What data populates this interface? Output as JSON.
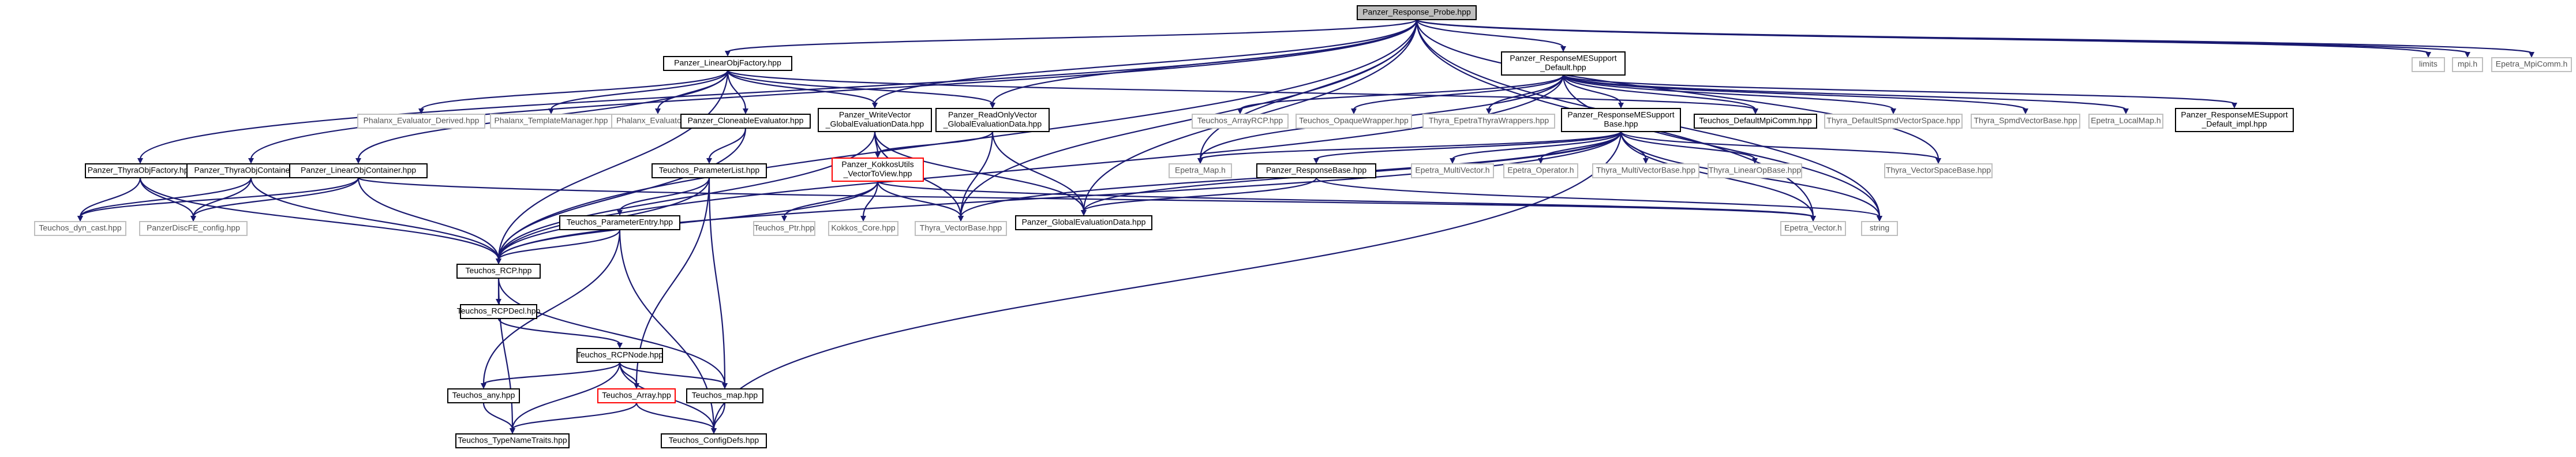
{
  "diagram": {
    "nodes": [
      {
        "id": "root",
        "lines": [
          "Panzer_Response_Probe.hpp"
        ],
        "style": "root"
      },
      {
        "id": "limits",
        "lines": [
          "limits"
        ],
        "style": "ext"
      },
      {
        "id": "mpih",
        "lines": [
          "mpi.h"
        ],
        "style": "ext"
      },
      {
        "id": "epetra_mpicomm",
        "lines": [
          "Epetra_MpiComm.h"
        ],
        "style": "ext"
      },
      {
        "id": "lof",
        "lines": [
          "Panzer_LinearObjFactory.hpp"
        ],
        "style": "normal"
      },
      {
        "id": "rme",
        "lines": [
          "Panzer_ResponseMESupport",
          "_Default.hpp"
        ],
        "style": "normal"
      },
      {
        "id": "thyra_objfactory",
        "lines": [
          "Panzer_ThyraObjFactory.hpp"
        ],
        "style": "normal"
      },
      {
        "id": "thyra_objcontainer",
        "lines": [
          "Panzer_ThyraObjContainer.hpp"
        ],
        "style": "normal"
      },
      {
        "id": "loc",
        "lines": [
          "Panzer_LinearObjContainer.hpp"
        ],
        "style": "normal"
      },
      {
        "id": "phalanx_evalderived",
        "lines": [
          "Phalanx_Evaluator_Derived.hpp"
        ],
        "style": "ext"
      },
      {
        "id": "phalanx_tm",
        "lines": [
          "Phalanx_TemplateManager.hpp"
        ],
        "style": "ext"
      },
      {
        "id": "phalanx_eval",
        "lines": [
          "Phalanx_Evaluator.hpp"
        ],
        "style": "ext"
      },
      {
        "id": "cloneable",
        "lines": [
          "Panzer_CloneableEvaluator.hpp"
        ],
        "style": "normal"
      },
      {
        "id": "writevec",
        "lines": [
          "Panzer_WriteVector",
          "_GlobalEvaluationData.hpp"
        ],
        "style": "normal"
      },
      {
        "id": "readonly",
        "lines": [
          "Panzer_ReadOnlyVector",
          "_GlobalEvaluationData.hpp"
        ],
        "style": "normal"
      },
      {
        "id": "teuchos_arrayrcp",
        "lines": [
          "Teuchos_ArrayRCP.hpp"
        ],
        "style": "ext"
      },
      {
        "id": "teuchos_opaque",
        "lines": [
          "Teuchos_OpaqueWrapper.hpp"
        ],
        "style": "ext"
      },
      {
        "id": "thyra_epetrawrap",
        "lines": [
          "Thyra_EpetraThyraWrappers.hpp"
        ],
        "style": "ext"
      },
      {
        "id": "rme_base",
        "lines": [
          "Panzer_ResponseMESupport",
          "Base.hpp"
        ],
        "style": "normal"
      },
      {
        "id": "teuchos_defaultmpicomm",
        "lines": [
          "Teuchos_DefaultMpiComm.hpp"
        ],
        "style": "normal"
      },
      {
        "id": "thyra_defspmd",
        "lines": [
          "Thyra_DefaultSpmdVectorSpace.hpp"
        ],
        "style": "ext"
      },
      {
        "id": "thyra_spmdvecbase",
        "lines": [
          "Thyra_SpmdVectorBase.hpp"
        ],
        "style": "ext"
      },
      {
        "id": "epetra_localmap",
        "lines": [
          "Epetra_LocalMap.h"
        ],
        "style": "ext"
      },
      {
        "id": "rme_mpl",
        "lines": [
          "Panzer_ResponseMESupport",
          "_Default_impl.hpp"
        ],
        "style": "normal"
      },
      {
        "id": "teuchos_dyncast",
        "lines": [
          "Teuchos_dyn_cast.hpp"
        ],
        "style": "ext"
      },
      {
        "id": "panzer_dof_config",
        "lines": [
          "PanzerDiscFE_config.hpp"
        ],
        "style": "ext"
      },
      {
        "id": "param_list",
        "lines": [
          "Teuchos_ParameterList.hpp"
        ],
        "style": "normal"
      },
      {
        "id": "kokkos_utils",
        "lines": [
          "Panzer_KokkosUtils",
          "_VectorToView.hpp"
        ],
        "style": "red"
      },
      {
        "id": "epetra_map",
        "lines": [
          "Epetra_Map.h"
        ],
        "style": "ext"
      },
      {
        "id": "response_base",
        "lines": [
          "Panzer_ResponseBase.hpp"
        ],
        "style": "normal"
      },
      {
        "id": "epetra_multivector",
        "lines": [
          "Epetra_MultiVector.h"
        ],
        "style": "ext"
      },
      {
        "id": "epetra_operator",
        "lines": [
          "Epetra_Operator.h"
        ],
        "style": "ext"
      },
      {
        "id": "thyra_multivecbase",
        "lines": [
          "Thyra_MultiVectorBase.hpp"
        ],
        "style": "ext"
      },
      {
        "id": "thyra_linearopbase",
        "lines": [
          "Thyra_LinearOpBase.hpp"
        ],
        "style": "ext"
      },
      {
        "id": "thyra_vecspacebase",
        "lines": [
          "Thyra_VectorSpaceBase.hpp"
        ],
        "style": "ext"
      },
      {
        "id": "param_entry",
        "lines": [
          "Teuchos_ParameterEntry.hpp"
        ],
        "style": "normal"
      },
      {
        "id": "teuchos_ptr",
        "lines": [
          "Teuchos_Ptr.hpp"
        ],
        "style": "ext"
      },
      {
        "id": "kokkos_core",
        "lines": [
          "Kokkos_Core.hpp"
        ],
        "style": "ext"
      },
      {
        "id": "thyra_vecbase",
        "lines": [
          "Thyra_VectorBase.hpp"
        ],
        "style": "ext"
      },
      {
        "id": "global_eval_data",
        "lines": [
          "Panzer_GlobalEvaluationData.hpp"
        ],
        "style": "normal"
      },
      {
        "id": "epetra_vector",
        "lines": [
          "Epetra_Vector.h"
        ],
        "style": "ext"
      },
      {
        "id": "string",
        "lines": [
          "string"
        ],
        "style": "ext"
      },
      {
        "id": "rcp",
        "lines": [
          "Teuchos_RCP.hpp"
        ],
        "style": "normal"
      },
      {
        "id": "rcpdecl",
        "lines": [
          "Teuchos_RCPDecl.hpp"
        ],
        "style": "normal"
      },
      {
        "id": "rcpnode",
        "lines": [
          "Teuchos_RCPNode.hpp"
        ],
        "style": "normal"
      },
      {
        "id": "teuchos_any",
        "lines": [
          "Teuchos_any.hpp"
        ],
        "style": "normal"
      },
      {
        "id": "teuchos_array",
        "lines": [
          "Teuchos_Array.hpp"
        ],
        "style": "red"
      },
      {
        "id": "teuchos_map",
        "lines": [
          "Teuchos_map.hpp"
        ],
        "style": "normal"
      },
      {
        "id": "type_name_traits",
        "lines": [
          "Teuchos_TypeNameTraits.hpp"
        ],
        "style": "normal"
      },
      {
        "id": "config_defs",
        "lines": [
          "Teuchos_ConfigDefs.hpp"
        ],
        "style": "normal"
      }
    ],
    "edges": [
      [
        "root",
        "limits"
      ],
      [
        "root",
        "mpih"
      ],
      [
        "root",
        "epetra_mpicomm"
      ],
      [
        "root",
        "lof"
      ],
      [
        "root",
        "rme"
      ],
      [
        "root",
        "thyra_objfactory"
      ],
      [
        "root",
        "thyra_objcontainer"
      ],
      [
        "root",
        "rcp"
      ],
      [
        "root",
        "writevec"
      ],
      [
        "root",
        "readonly"
      ],
      [
        "root",
        "thyra_vecbase"
      ],
      [
        "root",
        "global_eval_data"
      ],
      [
        "root",
        "epetra_map"
      ],
      [
        "root",
        "epetra_vector"
      ],
      [
        "root",
        "thyra_vecspacebase"
      ],
      [
        "root",
        "string"
      ],
      [
        "lof",
        "phalanx_evalderived"
      ],
      [
        "lof",
        "phalanx_tm"
      ],
      [
        "lof",
        "phalanx_eval"
      ],
      [
        "lof",
        "cloneable"
      ],
      [
        "lof",
        "writevec"
      ],
      [
        "lof",
        "readonly"
      ],
      [
        "lof",
        "loc"
      ],
      [
        "lof",
        "rcp"
      ],
      [
        "lof",
        "teuchos_defaultmpicomm"
      ],
      [
        "rme",
        "teuchos_arrayrcp"
      ],
      [
        "rme",
        "teuchos_opaque"
      ],
      [
        "rme",
        "thyra_epetrawrap"
      ],
      [
        "rme",
        "rme_base"
      ],
      [
        "rme",
        "teuchos_defaultmpicomm"
      ],
      [
        "rme",
        "thyra_defspmd"
      ],
      [
        "rme",
        "thyra_spmdvecbase"
      ],
      [
        "rme",
        "epetra_localmap"
      ],
      [
        "rme",
        "rme_mpl"
      ],
      [
        "rme",
        "epetra_map"
      ],
      [
        "rme",
        "rcp"
      ],
      [
        "rme",
        "string"
      ],
      [
        "thyra_objfactory",
        "teuchos_dyncast"
      ],
      [
        "thyra_objfactory",
        "panzer_dof_config"
      ],
      [
        "thyra_objfactory",
        "rcp"
      ],
      [
        "thyra_objcontainer",
        "teuchos_dyncast"
      ],
      [
        "thyra_objcontainer",
        "panzer_dof_config"
      ],
      [
        "thyra_objcontainer",
        "rcp"
      ],
      [
        "loc",
        "teuchos_dyncast"
      ],
      [
        "loc",
        "panzer_dof_config"
      ],
      [
        "loc",
        "rcp"
      ],
      [
        "loc",
        "epetra_vector"
      ],
      [
        "cloneable",
        "param_list"
      ],
      [
        "cloneable",
        "rcp"
      ],
      [
        "writevec",
        "kokkos_utils"
      ],
      [
        "writevec",
        "thyra_vecbase"
      ],
      [
        "writevec",
        "global_eval_data"
      ],
      [
        "writevec",
        "rcp"
      ],
      [
        "readonly",
        "kokkos_utils"
      ],
      [
        "readonly",
        "thyra_vecbase"
      ],
      [
        "readonly",
        "global_eval_data"
      ],
      [
        "rme_base",
        "response_base"
      ],
      [
        "rme_base",
        "epetra_multivector"
      ],
      [
        "rme_base",
        "epetra_operator"
      ],
      [
        "rme_base",
        "thyra_multivecbase"
      ],
      [
        "rme_base",
        "thyra_linearopbase"
      ],
      [
        "rme_base",
        "thyra_vecspacebase"
      ],
      [
        "rme_base",
        "epetra_map"
      ],
      [
        "rme_base",
        "thyra_vecbase"
      ],
      [
        "rme_base",
        "epetra_vector"
      ],
      [
        "rme_base",
        "global_eval_data"
      ],
      [
        "rme_base",
        "string"
      ],
      [
        "rme_base",
        "rcp"
      ],
      [
        "rme_base",
        "config_defs"
      ],
      [
        "response_base",
        "string"
      ],
      [
        "response_base",
        "global_eval_data"
      ],
      [
        "kokkos_utils",
        "teuchos_ptr"
      ],
      [
        "kokkos_utils",
        "kokkos_core"
      ],
      [
        "kokkos_utils",
        "thyra_vecbase"
      ],
      [
        "kokkos_utils",
        "epetra_vector"
      ],
      [
        "kokkos_utils",
        "rcp"
      ],
      [
        "param_list",
        "param_entry"
      ],
      [
        "param_list",
        "rcp"
      ],
      [
        "param_list",
        "teuchos_array"
      ],
      [
        "param_list",
        "teuchos_map"
      ],
      [
        "param_entry",
        "teuchos_any"
      ],
      [
        "param_entry",
        "rcp"
      ],
      [
        "param_entry",
        "config_defs"
      ],
      [
        "rcp",
        "rcpdecl"
      ],
      [
        "rcp",
        "type_name_traits"
      ],
      [
        "rcp",
        "teuchos_map"
      ],
      [
        "rcpdecl",
        "rcpnode"
      ],
      [
        "rcpnode",
        "teuchos_any"
      ],
      [
        "rcpnode",
        "teuchos_array"
      ],
      [
        "rcpnode",
        "teuchos_map"
      ],
      [
        "rcpnode",
        "type_name_traits"
      ],
      [
        "rcpnode",
        "config_defs"
      ],
      [
        "teuchos_any",
        "type_name_traits"
      ],
      [
        "teuchos_array",
        "type_name_traits"
      ],
      [
        "teuchos_array",
        "config_defs"
      ],
      [
        "teuchos_map",
        "config_defs"
      ]
    ]
  }
}
